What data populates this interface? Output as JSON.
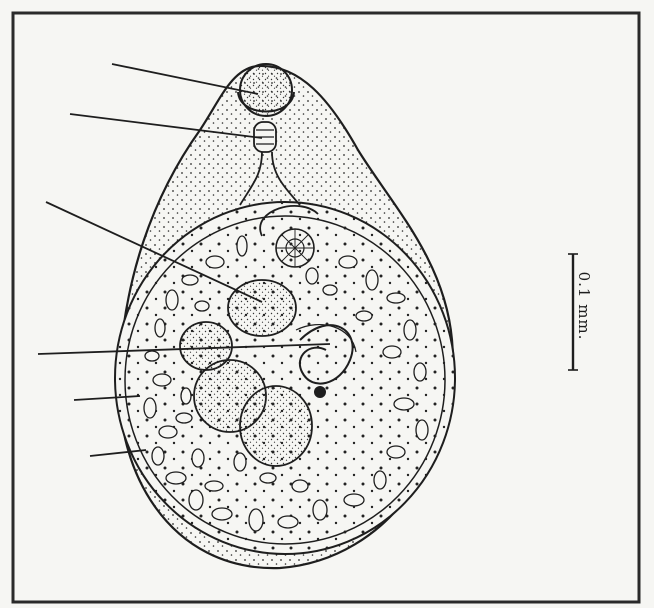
{
  "scale_bar": {
    "label": "0.1 mm."
  },
  "colors": {
    "paper": "#f6f6f3",
    "ink": "#1e1e1e",
    "frame": "#2a2a2a"
  },
  "leader_lines": [
    {
      "name": "leader-line-oral-sucker"
    },
    {
      "name": "leader-line-pharynx"
    },
    {
      "name": "leader-line-germ-ball"
    },
    {
      "name": "leader-line-germ-mass"
    },
    {
      "name": "leader-line-body-wall"
    },
    {
      "name": "leader-line-outer-wall"
    }
  ]
}
